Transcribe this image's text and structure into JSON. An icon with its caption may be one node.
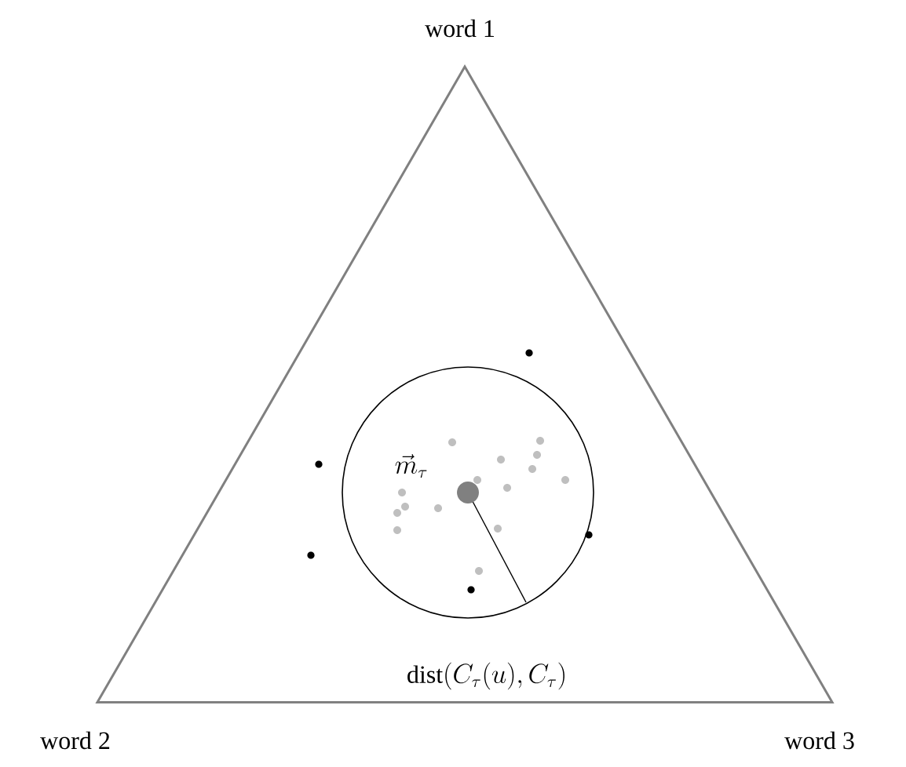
{
  "diagram": {
    "nodes": [
      {
        "text": [],
        "shape": "triangle"
      },
      {
        "text": [],
        "shape": "circle",
        "in": 0
      }
    ],
    "labels": [
      "word 1",
      "\\vec{m}_\\tau",
      "\\mathrm{dist}(C_\\tau(u), C_\\tau)",
      "word 2",
      "word 3"
    ]
  }
}
